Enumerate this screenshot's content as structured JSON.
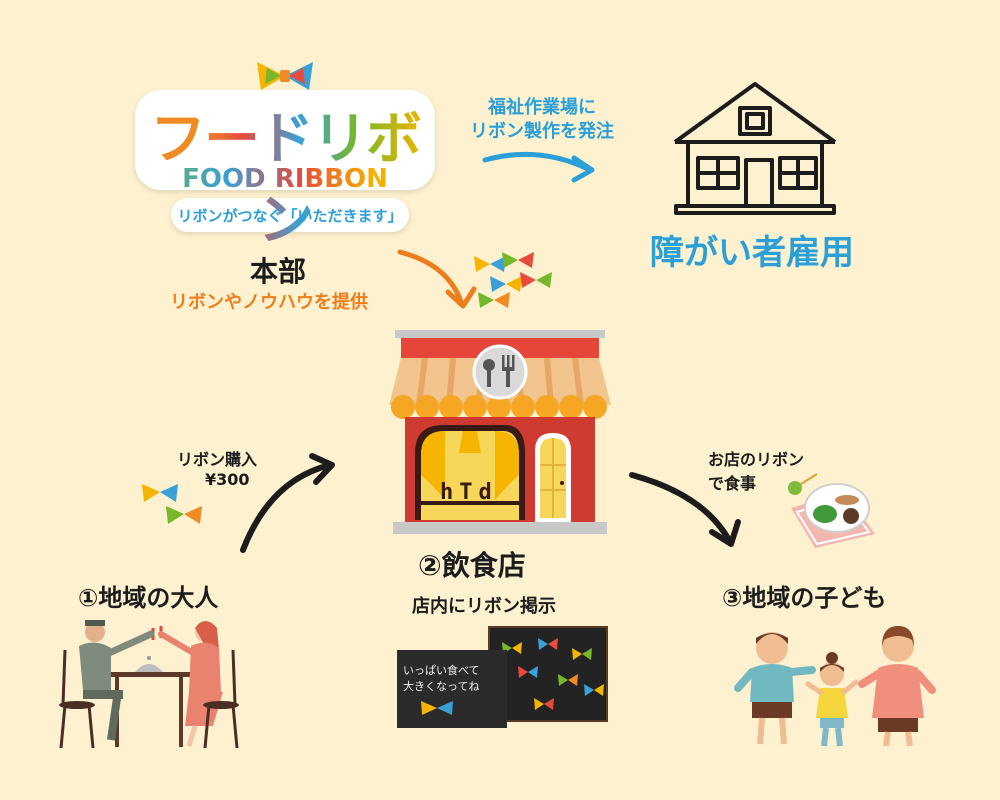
{
  "logo": {
    "title_jp": "フードリボン",
    "title_en": "FOOD RIBBON",
    "tagline": "リボンがつなぐ「いただきます」"
  },
  "hq": {
    "title": "本部",
    "subtitle": "リボンやノウハウを提供"
  },
  "welfare": {
    "order_line1": "福祉作業場に",
    "order_line2": "リボン製作を発注",
    "employment": "障がい者雇用"
  },
  "restaurant": {
    "title": "②飲食店",
    "display": "店内にリボン掲示",
    "sign_text": "hTd",
    "photo_line1": "いっぱい食べて",
    "photo_line2": "大きくなってね"
  },
  "adults": {
    "title": "①地域の大人",
    "buy_line1": "リボン購入",
    "buy_line2": "¥300"
  },
  "children": {
    "title": "③地域の子ども",
    "eat_line1": "お店のリボン",
    "eat_line2": "で食事"
  },
  "colors": {
    "background": "#fdf1cf",
    "orange": "#ee7d1b",
    "blue": "#2a9fd8",
    "dark": "#1c1c1c"
  }
}
